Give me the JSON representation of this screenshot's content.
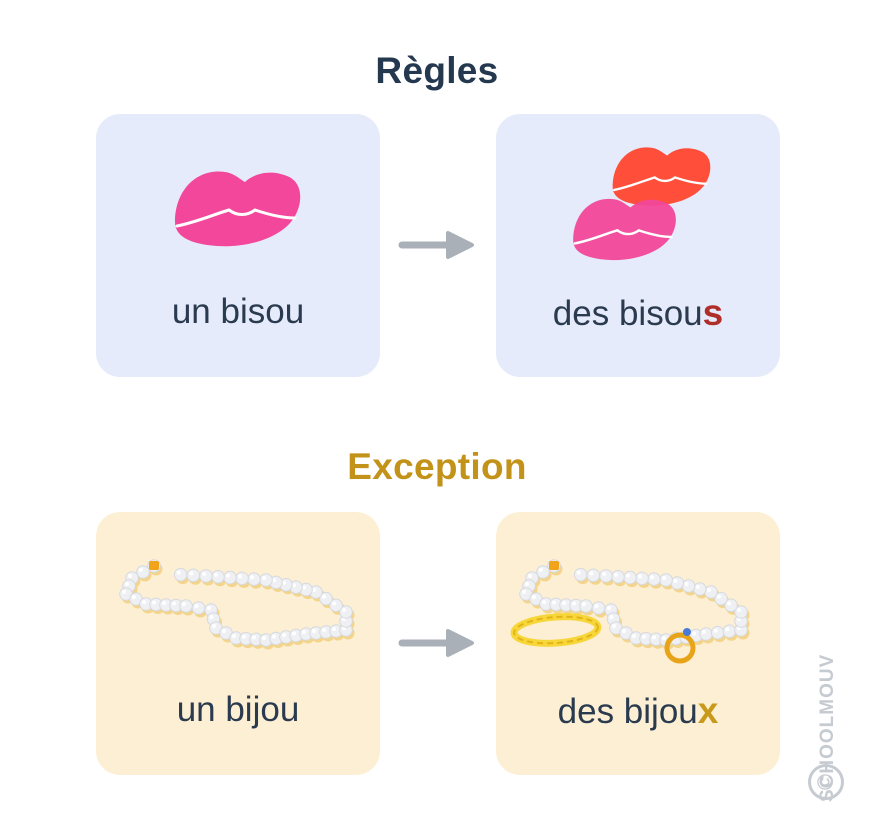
{
  "headings": {
    "rules": "Règles",
    "exception": "Exception"
  },
  "cards": {
    "rule_singular": {
      "label": "un bisou"
    },
    "rule_plural": {
      "label_stem": "des bisou",
      "label_suffix": "s"
    },
    "exception_singular": {
      "label": "un bijou"
    },
    "exception_plural": {
      "label_stem": "des bijou",
      "label_suffix": "x"
    }
  },
  "watermark": {
    "text": "SCHOOLMOUV",
    "symbol": "©"
  },
  "colors": {
    "rules_heading": "#24384f",
    "exception_heading": "#c29318",
    "suffix_s": "#b02e2a",
    "suffix_x": "#c79a1c",
    "rule_card_bg": "#e5ebfa",
    "exception_card_bg": "#fdefd3",
    "arrow": "#a9b0b8"
  },
  "icons": {
    "rule_singular": "lips-icon",
    "rule_plural": "two-lips-icon",
    "exception_singular": "pearl-necklace-icon",
    "exception_plural": "jewelry-set-icon",
    "arrows": "right-arrow-icon"
  }
}
